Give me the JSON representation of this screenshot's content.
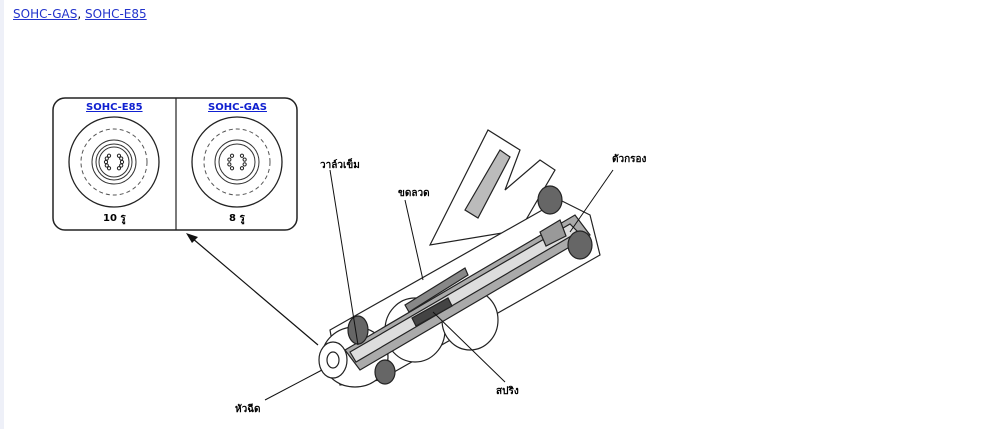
{
  "links": [
    {
      "label": "SOHC-GAS"
    },
    {
      "label": "SOHC-E85"
    }
  ],
  "separator": ",",
  "inset": {
    "left": {
      "title": "SOHC-E85",
      "holes_label": "10 รู",
      "holes": 10
    },
    "right": {
      "title": "SOHC-GAS",
      "holes_label": "8 รู",
      "holes": 8
    }
  },
  "callouts": {
    "needle_valve": "วาล์วเข็ม",
    "coil": "ขดลวด",
    "filter": "ตัวกรอง",
    "spring": "สปริง",
    "nozzle": "หัวฉีด"
  }
}
